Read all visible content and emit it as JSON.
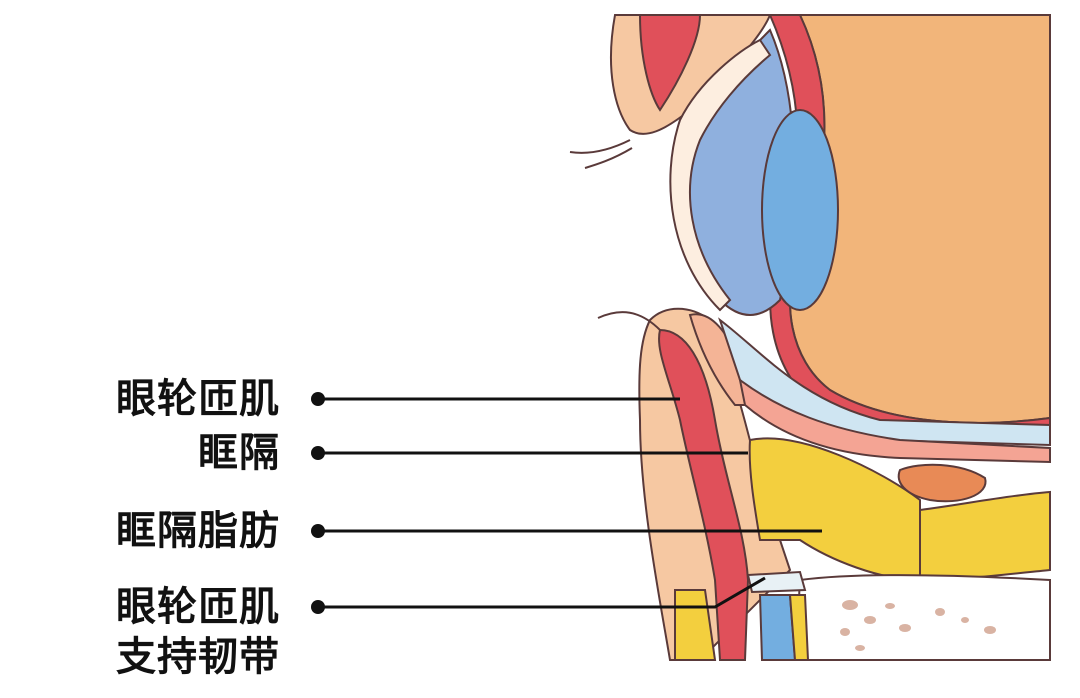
{
  "labels": [
    {
      "id": "orbicularis-oculi",
      "text": "眼轮匝肌"
    },
    {
      "id": "orbital-septum",
      "text": "眶隔"
    },
    {
      "id": "orbital-septum-fat",
      "text": "眶隔脂肪"
    },
    {
      "id": "ligament-line1",
      "text": "眼轮匝肌"
    },
    {
      "id": "ligament-line2",
      "text": "支持韧带"
    }
  ],
  "colors": {
    "skin": "#f6c8a2",
    "muscle": "#e0505a",
    "eyeball": "#f2b57a",
    "cornea_blue": "#8fb0de",
    "lens_blue": "#73aee0",
    "fat_yellow": "#f3cf3e",
    "bone": "#ffffff",
    "outline": "#5a3a3a",
    "leader": "#111111"
  }
}
